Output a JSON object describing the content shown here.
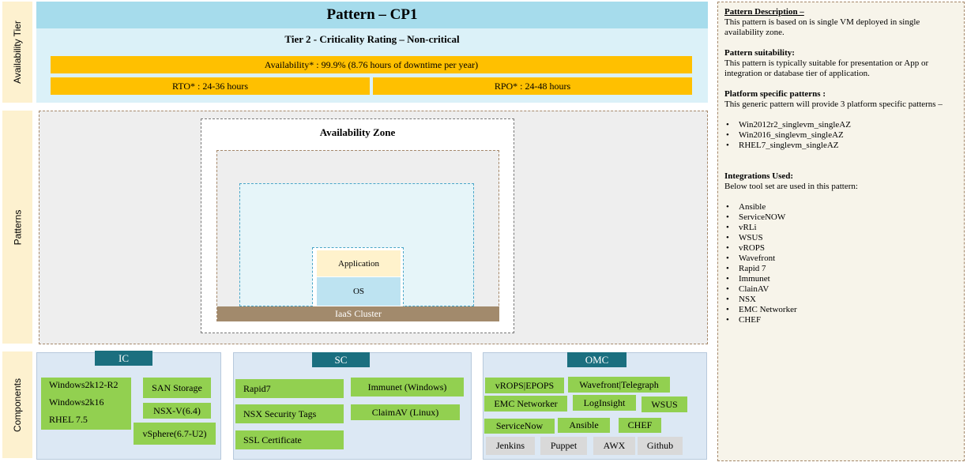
{
  "labels": {
    "availability_tier": "Availability Tier",
    "patterns": "Patterns",
    "components": "Components"
  },
  "header": {
    "title": "Pattern – CP1",
    "tier": "Tier 2 - Criticality  Rating  – Non-critical",
    "availability": "Availability* : 99.9% (8.76 hours of downtime per year)",
    "rto": "RTO* : 24-36  hours",
    "rpo": "RPO* : 24-48  hours"
  },
  "diagram": {
    "zone_title": "Availability  Zone",
    "application": "Application",
    "os": "OS",
    "iaas": "IaaS Cluster"
  },
  "components": {
    "ic": {
      "title": "IC",
      "os_list": [
        "Windows2k12-R2",
        "Windows2k16",
        "RHEL 7.5"
      ],
      "san": "SAN Storage",
      "nsx": "NSX-V(6.4)",
      "vsphere": "vSphere(6.7-U2)"
    },
    "sc": {
      "title": "SC",
      "rapid7": "Rapid7",
      "nsx_tags": "NSX Security Tags",
      "ssl": "SSL Certificate",
      "immunet": "Immunet (Windows)",
      "claimav": "ClaimAV (Linux)"
    },
    "omc": {
      "title": "OMC",
      "vrops": "vROPS|EPOPS",
      "wavefront": "Wavefront|Telegraph",
      "emc": "EMC Networker",
      "loginsight": "LogInsight",
      "wsus": "WSUS",
      "servicenow": "ServiceNow",
      "ansible": "Ansible",
      "chef": "CHEF",
      "jenkins": "Jenkins",
      "puppet": "Puppet",
      "awx": "AWX",
      "github": "Github"
    }
  },
  "description": {
    "desc_heading": "Pattern Description –",
    "desc_text": "This pattern is based on is single VM deployed in single availability zone.",
    "suit_heading": "Pattern suitability:",
    "suit_text": "This pattern is typically suitable for presentation or App or integration or database tier of application.",
    "platform_heading": "Platform specific patterns :",
    "platform_text": "This generic pattern will provide 3 platform specific patterns –",
    "platform_items": [
      "Win2012r2_singlevm_singleAZ",
      "Win2016_singlevm_singleAZ",
      "RHEL7_singlevm_singleAZ"
    ],
    "integ_heading": "Integrations Used:",
    "integ_text": "Below tool set are used in this pattern:",
    "integ_items": [
      "Ansible",
      "ServiceNOW",
      "vRLi",
      "WSUS",
      "vROPS",
      "Wavefront",
      "Rapid 7",
      "Immunet",
      "ClainAV",
      "NSX",
      "EMC Networker",
      "CHEF"
    ]
  }
}
